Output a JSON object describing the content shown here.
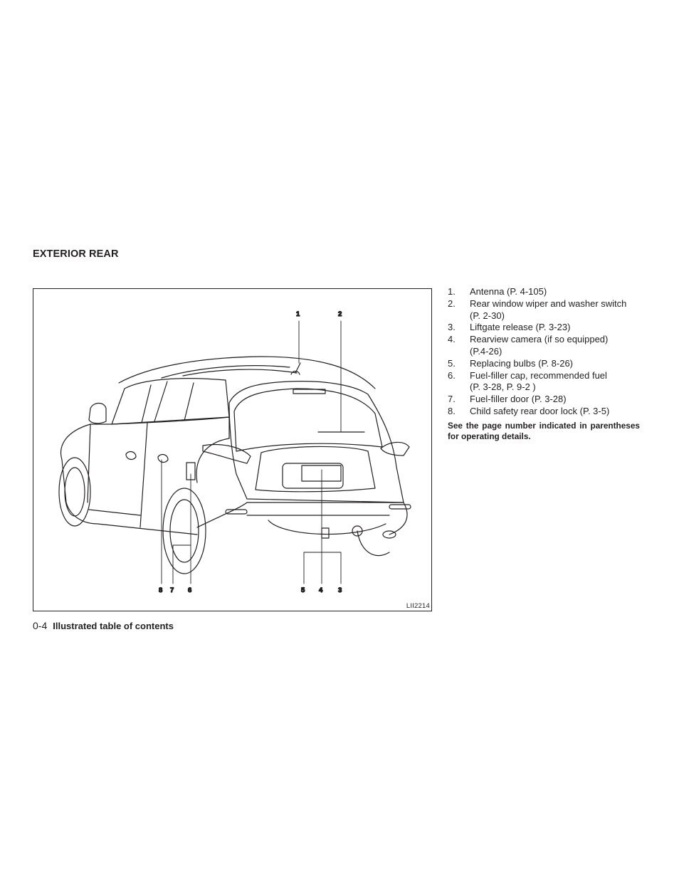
{
  "section_title": "EXTERIOR REAR",
  "figure": {
    "code": "LII2214",
    "callouts": [
      "1",
      "2",
      "3",
      "4",
      "5",
      "6",
      "7",
      "8"
    ]
  },
  "items": [
    {
      "num": "1.",
      "text": "Antenna (P. 4-105)",
      "sub": ""
    },
    {
      "num": "2.",
      "text": "Rear window wiper and washer switch",
      "sub": "(P. 2-30)"
    },
    {
      "num": "3.",
      "text": "Liftgate release (P. 3-23)",
      "sub": ""
    },
    {
      "num": "4.",
      "text": "Rearview camera (if so equipped)",
      "sub": "(P.4-26)"
    },
    {
      "num": "5.",
      "text": "Replacing bulbs (P. 8-26)",
      "sub": ""
    },
    {
      "num": "6.",
      "text": "Fuel-filler cap, recommended fuel",
      "sub": "(P. 3-28, P. 9-2 )"
    },
    {
      "num": "7.",
      "text": "Fuel-filler door (P. 3-28)",
      "sub": ""
    },
    {
      "num": "8.",
      "text": "Child safety rear door lock (P. 3-5)",
      "sub": ""
    }
  ],
  "note": "See the page number indicated in parentheses for operating details.",
  "footer": {
    "page_number": "0-4",
    "title": "Illustrated table of contents"
  }
}
